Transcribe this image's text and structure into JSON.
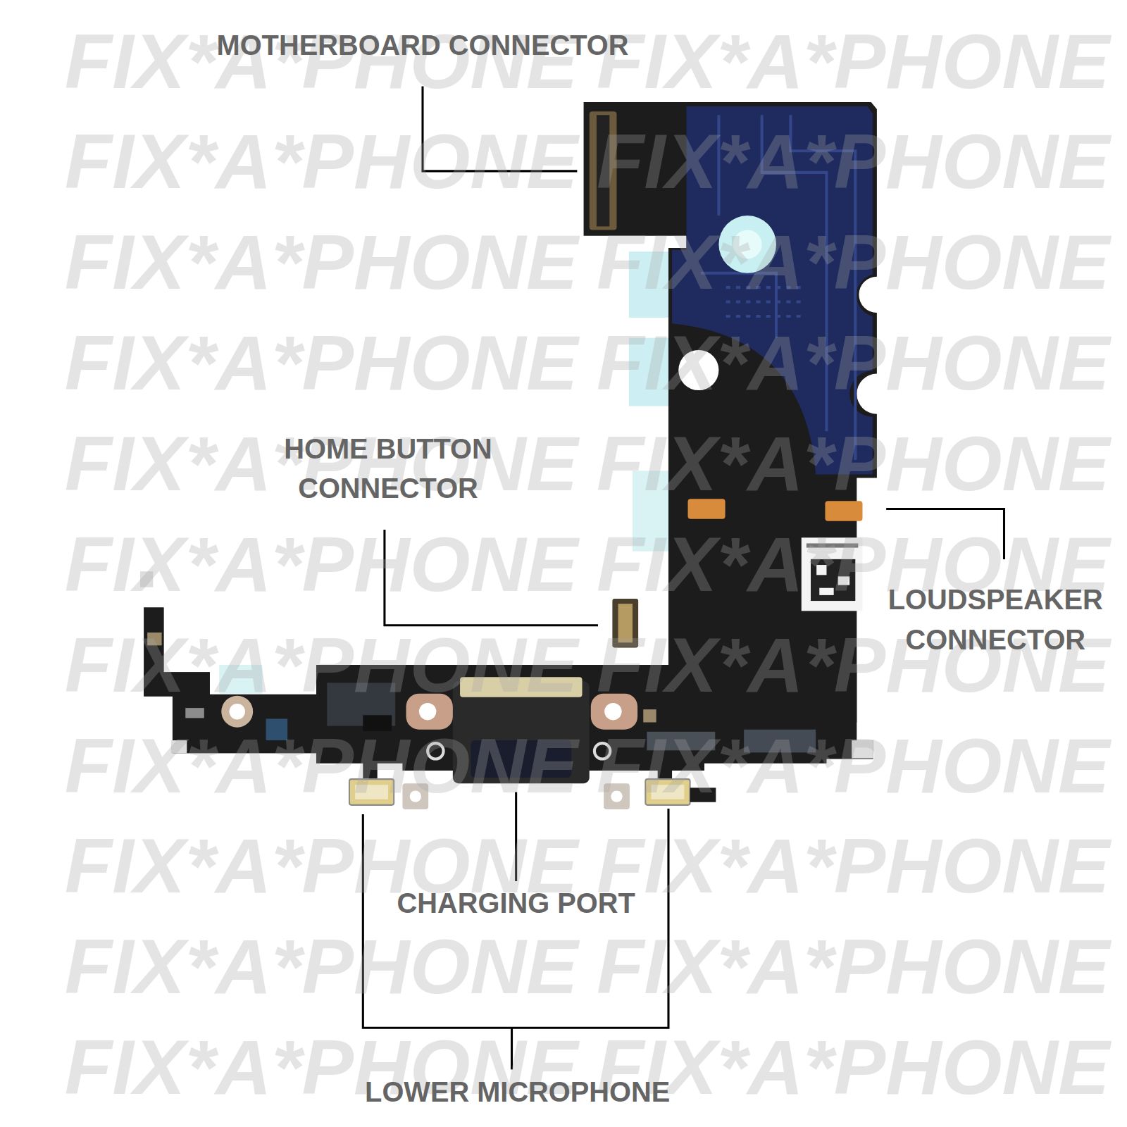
{
  "diagram": {
    "labels": [
      "MOTHERBOARD CONNECTOR",
      "HOME BUTTON CONNECTOR",
      "LOUDSPEAKER CONNECTOR",
      "CHARGING PORT",
      "LOWER MICROPHONE",
      "FIX*A*PHONE",
      "FIX*A*PHONE",
      "FIX*A*PHONE",
      "FIX*A*PHONE",
      "FIX*A*PHONE",
      "FIX*A*PHONE",
      "FIX*A*PHONE",
      "FIX*A*PHONE",
      "FIX*A*PHONE",
      "FIX*A*PHONE",
      "FIX*A*PHONE",
      "FIX*A*PHONE",
      "FIX*A*PHONE",
      "FIX*A*PHONE",
      "FIX*A*PHONE",
      "FIX*A*PHONE",
      "FIX*A*PHONE",
      "FIX*A*PHONE",
      "FIX*A*PHONE",
      "FIX*A*PHONE",
      "FIX*A*PHONE",
      "FIX*A*PHONE"
    ]
  }
}
